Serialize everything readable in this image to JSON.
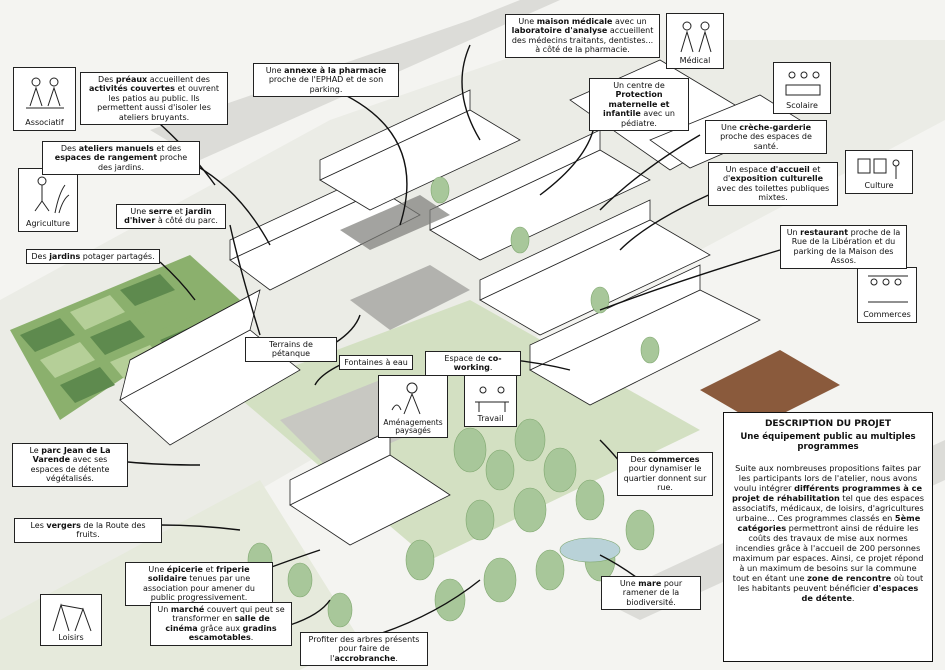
{
  "tags": {
    "associatif": "Associatif",
    "agriculture": "Agriculture",
    "medical": "Médical",
    "scolaire": "Scolaire",
    "culture": "Culture",
    "commerces": "Commerces",
    "amenagements": "Aménagements paysagés",
    "travail": "Travail",
    "loisirs": "Loisirs"
  },
  "callouts": {
    "preaux": {
      "a": "Des ",
      "b1": "préaux",
      "c": " accueillent des ",
      "b2": "activités couvertes",
      "d": " et ouvrent les patios au public. Ils permettent aussi d'isoler les ateliers bruyants."
    },
    "ateliers": {
      "a": "Des ",
      "b1": "ateliers manuels",
      "c": " et des ",
      "b2": "espaces de rangement",
      "d": " proche des jardins."
    },
    "serre": {
      "a": "Une ",
      "b1": "serre",
      "c": " et ",
      "b2": "jardin d'hiver",
      "d": " à côté du parc."
    },
    "jardins": {
      "a": "Des ",
      "b1": "jardins",
      "c": " potager partagés."
    },
    "annexe": {
      "a": "Une ",
      "b1": "annexe à la pharmacie",
      "c": " proche de l'EPHAD et de son parking."
    },
    "maison_medicale": {
      "a": "Une ",
      "b1": "maison médicale",
      "c": " avec un ",
      "b2": "laboratoire d'analyse",
      "d": " accueillent des médecins traitants, dentistes... à côté de la pharmacie."
    },
    "pmi": {
      "a": "Un centre de ",
      "b1": "Protection maternelle et infantile",
      "c": " avec un pédiatre."
    },
    "creche": {
      "a": "Une ",
      "b1": "crèche-garderie",
      "c": " proche des espaces de santé."
    },
    "accueil": {
      "a": "Un espace ",
      "b1": "d'accueil",
      "c": " et d'",
      "b2": "exposition culturelle",
      "d": " avec des toilettes publiques mixtes."
    },
    "restaurant": {
      "a": "Un ",
      "b1": "restaurant",
      "c": " proche de la Rue de la Libération et du parking de la Maison des Assos."
    },
    "petanque": {
      "a": "Terrains de pétanque"
    },
    "fontaines": {
      "a": "Fontaines à eau"
    },
    "coworking": {
      "a": "Espace de ",
      "b1": "co-working",
      "c": "."
    },
    "parc": {
      "a": "Le ",
      "b1": "parc Jean de La Varende",
      "c": " avec ses espaces de détente végétalisés."
    },
    "commerces_q": {
      "a": "Des ",
      "b1": "commerces",
      "c": " pour dynamiser le quartier donnent sur rue."
    },
    "vergers": {
      "a": "Les ",
      "b1": "vergers",
      "c": " de la Route des fruits."
    },
    "epicerie": {
      "a": "Une ",
      "b1": "épicerie",
      "c": " et ",
      "b2": "friperie solidaire",
      "d": " tenues par une association pour amener du public progressivement."
    },
    "marche": {
      "a": "Un ",
      "b1": "marché",
      "c": " couvert qui peut se transformer en ",
      "b2": "salle de cinéma",
      "d": " grâce aux ",
      "b3": "gradins escamotables",
      "e": "."
    },
    "arbres": {
      "a": "Profiter des arbres présents pour faire de l'",
      "b1": "accrobranche",
      "c": "."
    },
    "mare": {
      "a": "Une ",
      "b1": "mare",
      "c": " pour ramener de la biodiversité."
    }
  },
  "description": {
    "title": "DESCRIPTION DU PROJET",
    "subtitle": "Une équipement public au multiples programmes",
    "p1": "Suite aux nombreuses propositions faites par les participants lors de l'atelier, nous avons voulu intégrer ",
    "p1b": "différents programmes à ce projet de réhabilitation",
    "p2": " tel que des espaces associatifs, médicaux, de loisirs, d'agricultures urbaine... Ces programmes classés en ",
    "p2b": "5ème catégories",
    "p3": " permettront ainsi de réduire les coûts des travaux de mise aux normes incendies grâce à l'accueil de 200 personnes maximum par espaces. Ainsi, ce projet répond à un maximum de besoins sur la commune tout en étant une ",
    "p3b": "zone de rencontre",
    "p4": " où tout les habitants peuvent bénéficier ",
    "p4b": "d'espaces de détente",
    "p5": "."
  },
  "colors": {
    "ground": "#f4f4f1",
    "road": "#dcdcd8",
    "grass": "#d3e0c2",
    "tree": "#a8c79a",
    "tree_dark": "#7fa76f",
    "field1": "#5e8a4e",
    "field2": "#8bb06d",
    "field3": "#b5cf98",
    "paving": "#8a5a3c",
    "building": "#ffffff",
    "line": "#222222"
  }
}
